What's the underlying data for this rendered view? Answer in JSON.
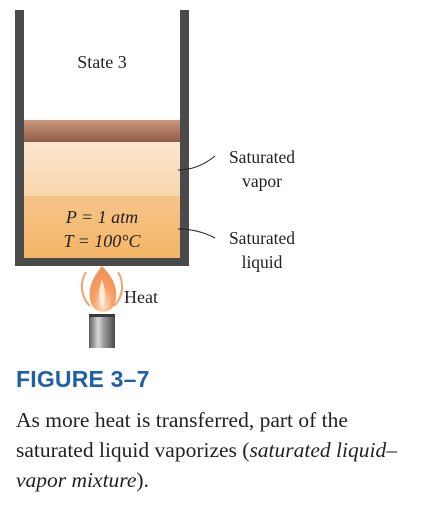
{
  "figure": {
    "state_label": "State 3",
    "vapor_label_line1": "Saturated",
    "vapor_label_line2": "vapor",
    "liquid_label_line1": "Saturated",
    "liquid_label_line2": "liquid",
    "pressure_text": "P = 1 atm",
    "temperature_text": "T = 100°C",
    "heat_label": "Heat",
    "number": "FIGURE 3–7",
    "caption_part1": "As more heat is transferred, part of the saturated liquid vaporizes (",
    "caption_italic": "saturated liquid–vapor mixture",
    "caption_part2": ")."
  },
  "colors": {
    "accent": "#1f5fa8",
    "cylinder_wall": "#4a4a4a",
    "piston": "#b8836a",
    "vapor": "#fbe0c2",
    "liquid": "#f5bb72",
    "flame": "#f39b5a",
    "text": "#231f20"
  }
}
